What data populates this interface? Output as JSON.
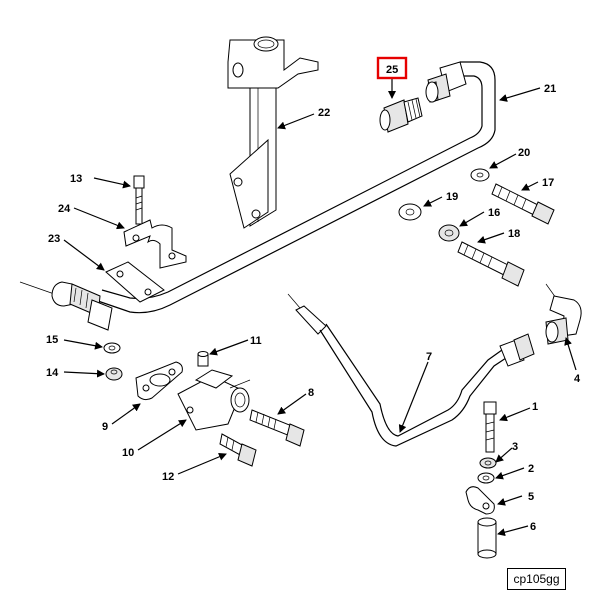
{
  "figure_code": "cp105gg",
  "highlight_color": "#e60000",
  "callouts": {
    "c1": "1",
    "c2": "2",
    "c3": "3",
    "c4": "4",
    "c5": "5",
    "c6": "6",
    "c7": "7",
    "c8": "8",
    "c9": "9",
    "c10": "10",
    "c11": "11",
    "c12": "12",
    "c13": "13",
    "c14": "14",
    "c15": "15",
    "c16": "16",
    "c17": "17",
    "c18": "18",
    "c19": "19",
    "c20": "20",
    "c21": "21",
    "c22": "22",
    "c23": "23",
    "c24": "24",
    "c25": "25"
  }
}
